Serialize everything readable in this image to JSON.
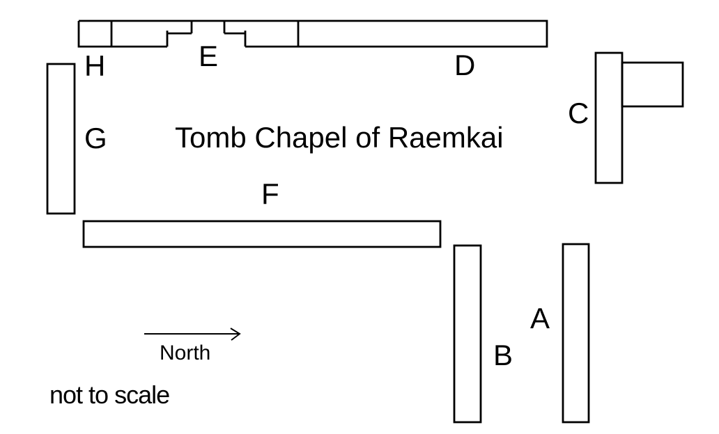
{
  "title": "Tomb Chapel of Raemkai",
  "wall_labels": {
    "a": "A",
    "b": "B",
    "c": "C",
    "d": "D",
    "e": "E",
    "f": "F",
    "g": "G",
    "h": "H"
  },
  "compass": {
    "direction_label": "North"
  },
  "note": "not to scale",
  "colors": {
    "line": "#000000",
    "background": "#ffffff"
  }
}
